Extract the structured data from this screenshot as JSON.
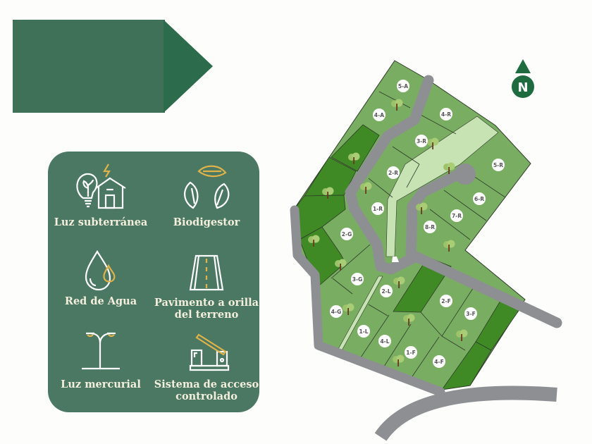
{
  "features": [
    {
      "label": "Luz subterránea",
      "icon": "bulb-house-icon"
    },
    {
      "label": "Biodigestor",
      "icon": "leaves-cycle-icon"
    },
    {
      "label": "Red de Agua",
      "icon": "water-drop-icon"
    },
    {
      "label": "Pavimento a orilla del terreno",
      "icon": "road-icon"
    },
    {
      "label": "Luz mercurial",
      "icon": "street-lamp-icon"
    },
    {
      "label": "Sistema de acceso controlado",
      "icon": "barrier-gate-icon"
    }
  ],
  "north_label": "N",
  "lots": [
    "5-A",
    "4-A",
    "4-R",
    "3-R",
    "2-R",
    "5-R",
    "1-R",
    "6-R",
    "7-R",
    "8-R",
    "2-G",
    "3-G",
    "2-L",
    "2-F",
    "3-F",
    "4-G",
    "1-L",
    "4-L",
    "1-F",
    "4-F"
  ],
  "colors": {
    "lot": "#78ad62",
    "green_area": "#3f8a24",
    "path": "#c7e3b4",
    "road": "#8e8f93",
    "panel": "#4a7862",
    "accent": "#e0b24a"
  }
}
